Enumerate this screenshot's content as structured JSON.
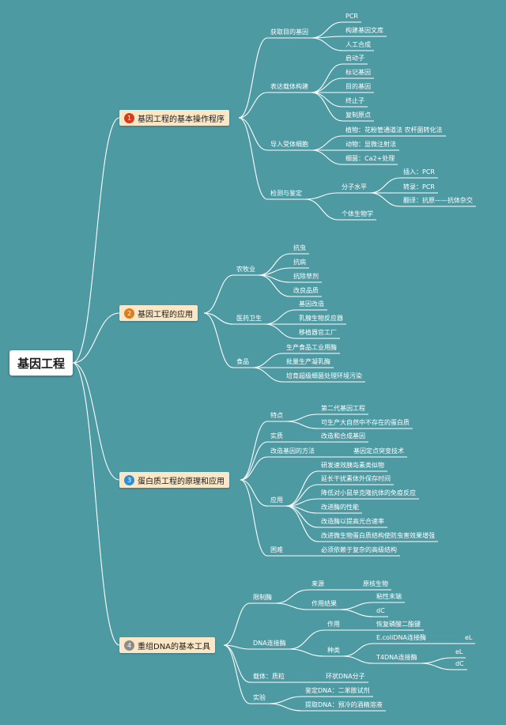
{
  "root": "基因工程",
  "branches": [
    {
      "num": "1",
      "color": "#d93a1a",
      "title": "基因工程的基本操作程序",
      "items": {
        "a": "获取目的基因",
        "a1": "PCR",
        "a2": "构建基因文库",
        "a3": "人工合成",
        "b": "表达载体构建",
        "b1": "启动子",
        "b2": "标记基因",
        "b3": "目的基因",
        "b4": "终止子",
        "b5": "复制原点",
        "c": "导入受体细胞",
        "c1": "植物：花粉管通道法 农杆菌转化法",
        "c2": "动物：显微注射法",
        "c3": "细菌：Ca2+处理",
        "d": "检测与鉴定",
        "d1": "分子水平",
        "d11": "插入：PCR",
        "d12": "转录：PCR",
        "d13": "翻译：抗原——抗体杂交",
        "d2": "个体生物学"
      }
    },
    {
      "num": "2",
      "color": "#e37a18",
      "title": "基因工程的应用",
      "items": {
        "a": "农牧业",
        "a1": "抗虫",
        "a2": "抗病",
        "a3": "抗除草剂",
        "a4": "改良品质",
        "b": "医药卫生",
        "b1": "基因改造",
        "b2": "乳腺生物反应器",
        "b3": "移植器官工厂",
        "c": "食品",
        "c1": "生产食品工业用酶",
        "c2": "批量生产凝乳酶",
        "c3": "培育超级细菌处理环境污染"
      }
    },
    {
      "num": "3",
      "color": "#2b8fd4",
      "title": "蛋白质工程的原理和应用",
      "items": {
        "a": "特点",
        "a1": "第二代基因工程",
        "a2": "可生产大自然中不存在的蛋白质",
        "b": "实质",
        "b1": "改造和合成基因",
        "c": "改造基因的方法",
        "c1": "基因定点突变技术",
        "d": "应用",
        "d1": "研发速效胰岛素类似物",
        "d2": "延长干扰素体外保存时间",
        "d3": "降低对小鼠单克隆抗体的免疫反应",
        "d4": "改进酶的性能",
        "d5": "改造酶以提高光合速率",
        "d6": "改进微生物蛋白质结构使防虫害效果增强",
        "e": "困难",
        "e1": "必须依赖于复杂的高级结构"
      }
    },
    {
      "num": "4",
      "color": "#8c8c8c",
      "title": "重组DNA的基本工具",
      "items": {
        "a": "限制酶",
        "a1": "来源",
        "a11": "原核生物",
        "a2": "作用结果",
        "a21": "粘性末端",
        "a22": "dC",
        "b": "DNA连接酶",
        "b1": "作用",
        "b11": "恢复磷酸二酯键",
        "b2": "种类",
        "b21": "E.coliDNA连接酶",
        "b211": "eL",
        "b22": "T4DNA连接酶",
        "b221": "eL",
        "b222": "dC",
        "c": "载体：质粒",
        "c1": "环状DNA分子",
        "d": "实验",
        "d1": "鉴定DNA：二苯胺试剂",
        "d2": "提取DNA：预冷的酒精溶液"
      }
    }
  ]
}
